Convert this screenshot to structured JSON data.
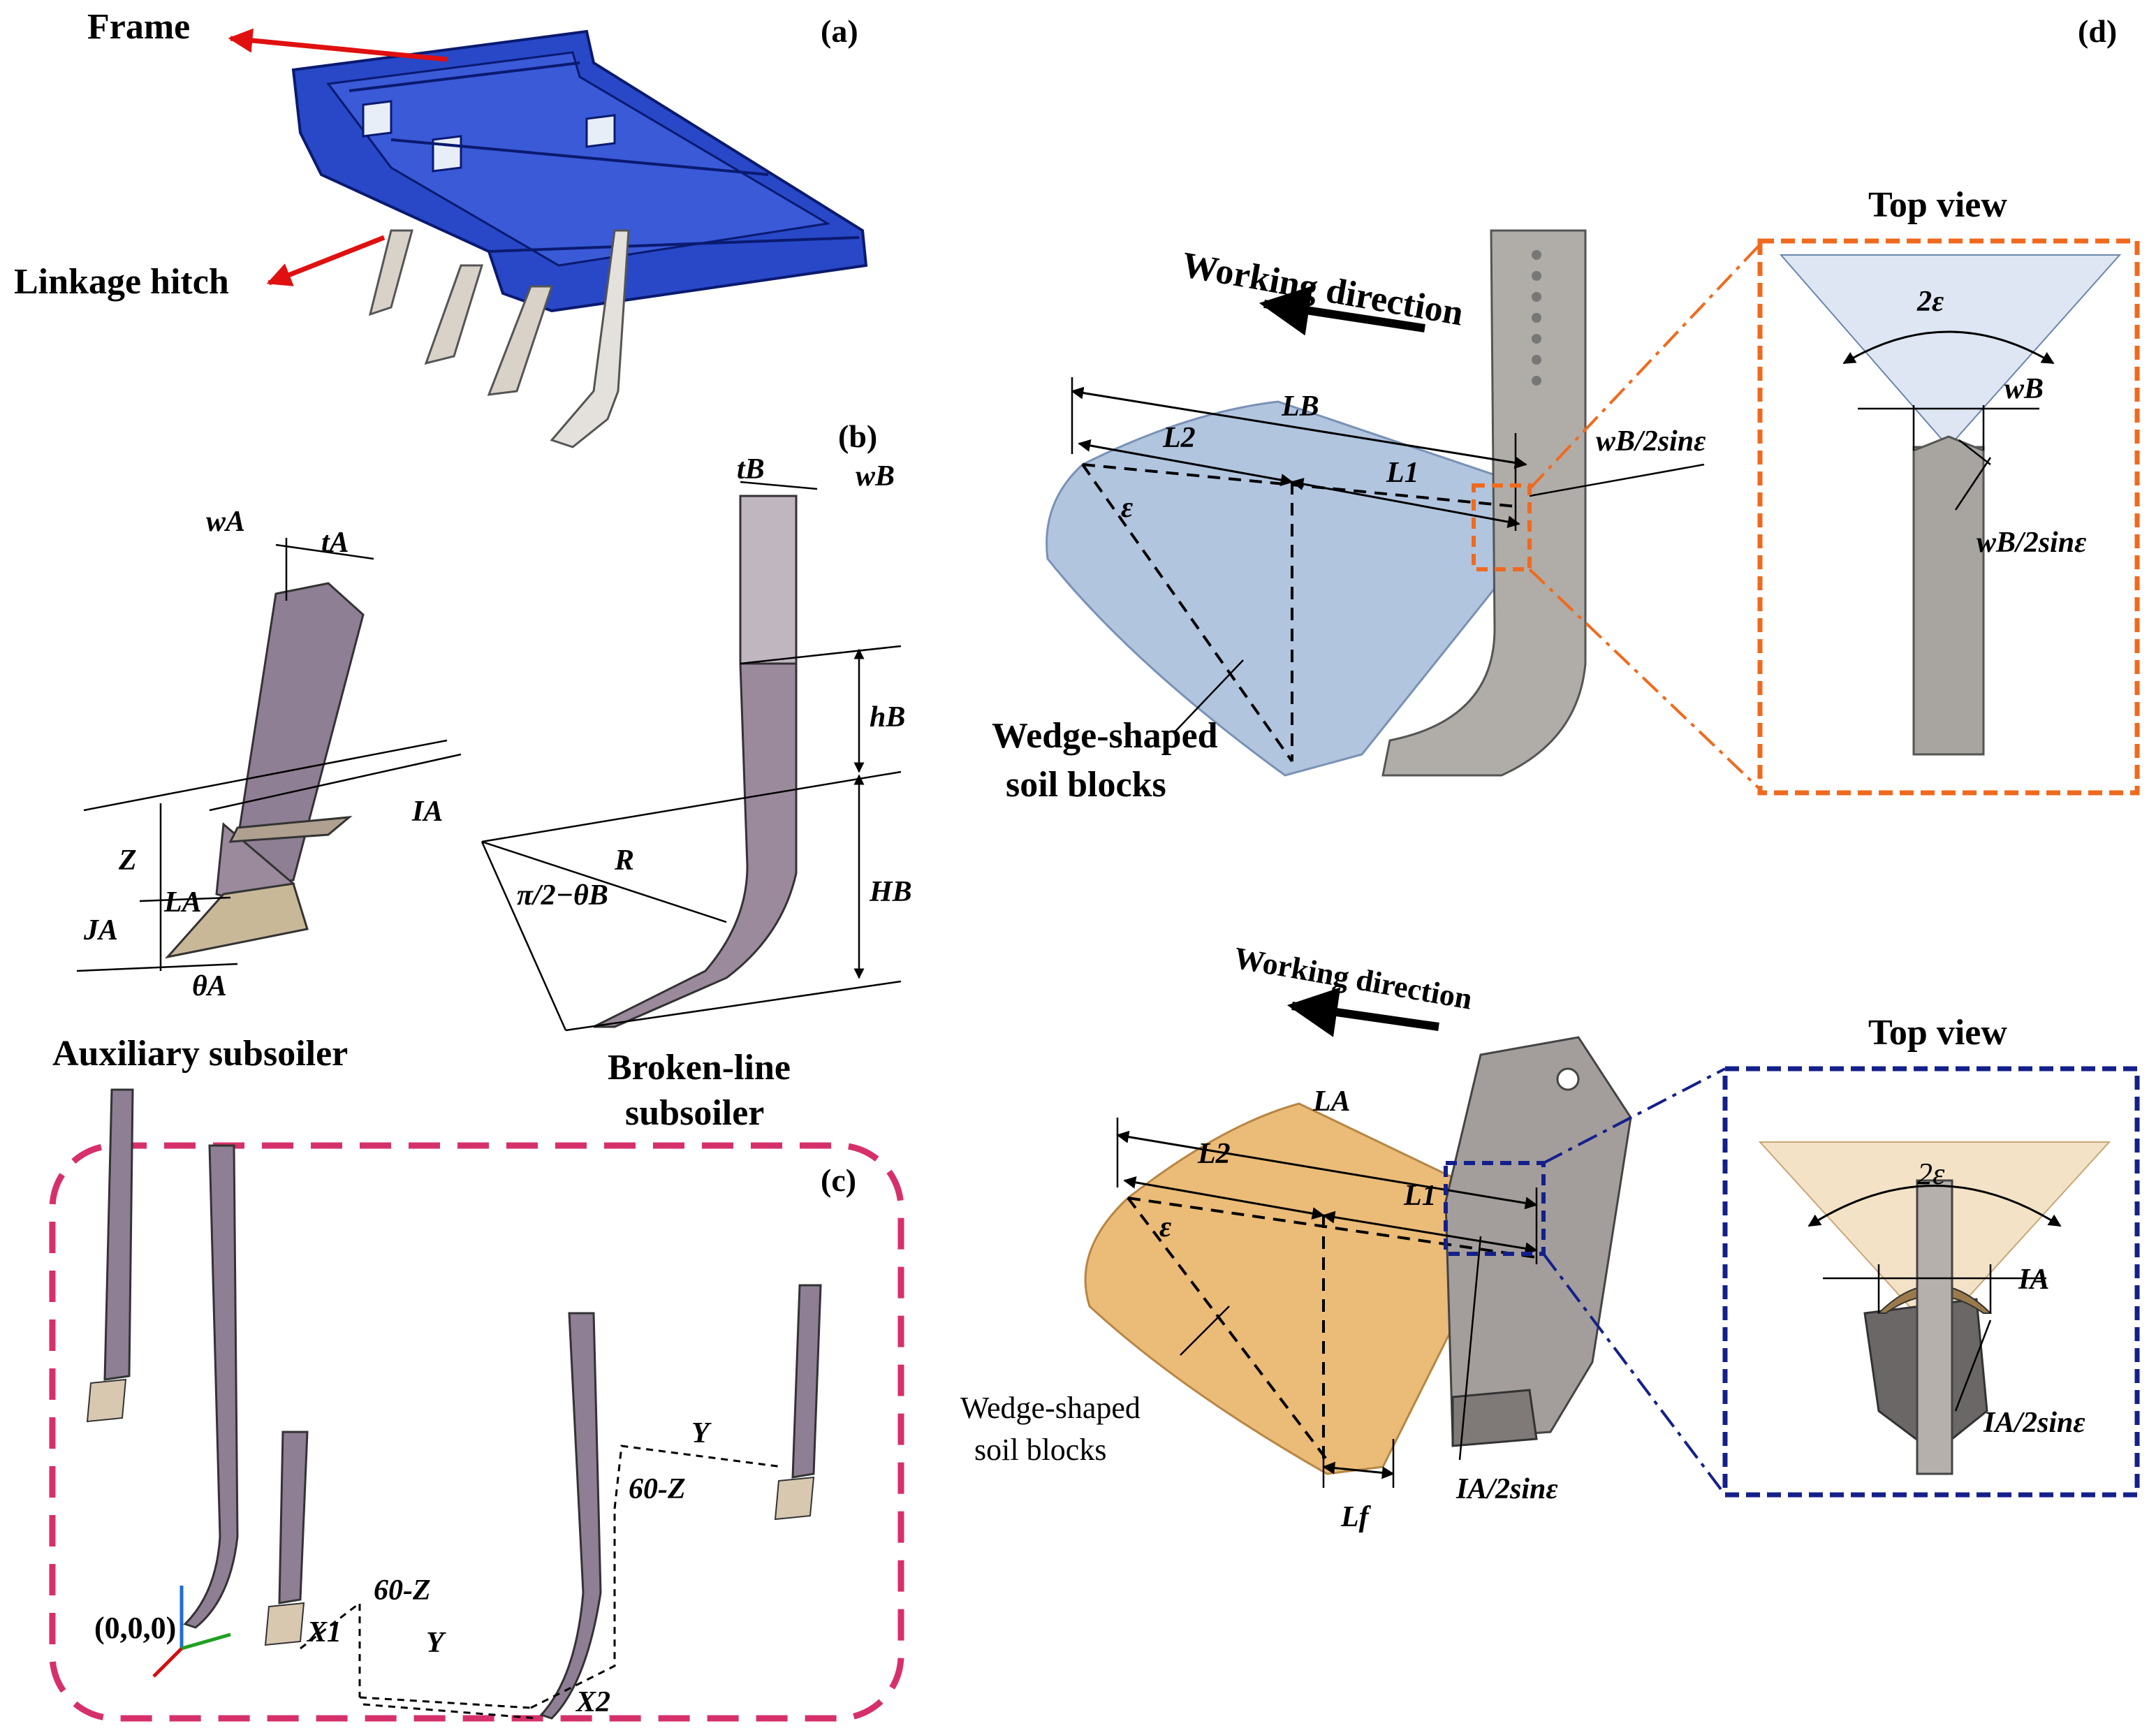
{
  "panels": {
    "a": "(a)",
    "b": "(b)",
    "c": "(c)",
    "d": "(d)"
  },
  "panel_a": {
    "frame_label": "Frame",
    "hitch_label": "Linkage hitch"
  },
  "panel_b": {
    "auxiliary_title": "Auxiliary subsoiler",
    "broken_title_1": "Broken-line",
    "broken_title_2": "subsoiler",
    "symbols": {
      "wA": "wA",
      "tA": "tA",
      "IA": "IA",
      "Z": "Z",
      "LA": "LA",
      "JA": "JA",
      "thetaA": "θA",
      "tB": "tB",
      "wB": "wB",
      "hB": "hB",
      "HB": "HB",
      "R": "R",
      "angle": "π/2−θB"
    }
  },
  "panel_c": {
    "origin": "(0,0,0)",
    "labels": [
      "60-Z",
      "X1",
      "Y",
      "X2",
      "60-Z",
      "Y"
    ]
  },
  "panel_d": {
    "top": {
      "working_direction": "Working direction",
      "LB": "LB",
      "L2": "L2",
      "L1": "L1",
      "eps": "ε",
      "wB2sin": "wB/2sinε",
      "wedge_1": "Wedge-shaped",
      "wedge_2": "soil blocks",
      "top_view": "Top view",
      "tv_angle": "2ε",
      "tv_w": "wB",
      "tv_w2sin": "wB/2sinε"
    },
    "bottom": {
      "working_direction": "Working direction",
      "LA": "LA",
      "L2": "L2",
      "L1": "L1",
      "eps": "ε",
      "Lf": "Lf",
      "IA2sin": "IA/2sinε",
      "wedge_1": "Wedge-shaped",
      "wedge_2": "soil blocks",
      "top_view": "Top view",
      "tv_angle": "2ε",
      "tv_i": "IA",
      "tv_i2sin": "IA/2sinε"
    }
  },
  "colors": {
    "frame_blue": "#1f3fc0",
    "arrow_red": "#e01010",
    "shank_purple": "#9b8a9c",
    "shank_grey": "#b0aca8",
    "soil_blue": "#a9bfdc",
    "soil_orange": "#e9b46a",
    "box_orange": "#ef6a1e",
    "box_navy": "#14208a",
    "box_magenta": "#d6306a"
  }
}
